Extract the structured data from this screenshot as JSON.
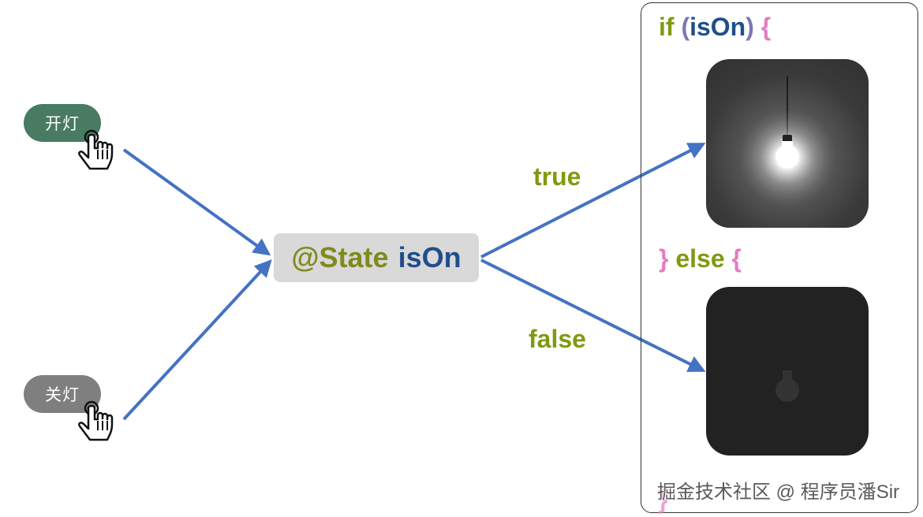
{
  "buttons": {
    "on_label": "开灯",
    "off_label": "关灯"
  },
  "state": {
    "decorator": "@State",
    "variable": "isOn"
  },
  "edges": {
    "true_label": "true",
    "false_label": "false"
  },
  "code": {
    "if_kw": "if",
    "paren_open": "(",
    "condition": "isOn",
    "paren_close": ")",
    "brace_open": "{",
    "brace_close": "}",
    "else_kw": "else",
    "else_brace_open": "{",
    "final_brace": "}"
  },
  "watermark": "掘金技术社区 @ 程序员潘Sir",
  "colors": {
    "on_button": "#497a62",
    "off_button": "#7f7f7f",
    "arrow": "#4472c4",
    "keyword": "#7f9a10",
    "variable": "#1f4e8c",
    "brace": "#e47cc2"
  },
  "icons": [
    "hand-pointer-icon",
    "light-bulb-on-icon",
    "light-bulb-off-icon"
  ]
}
